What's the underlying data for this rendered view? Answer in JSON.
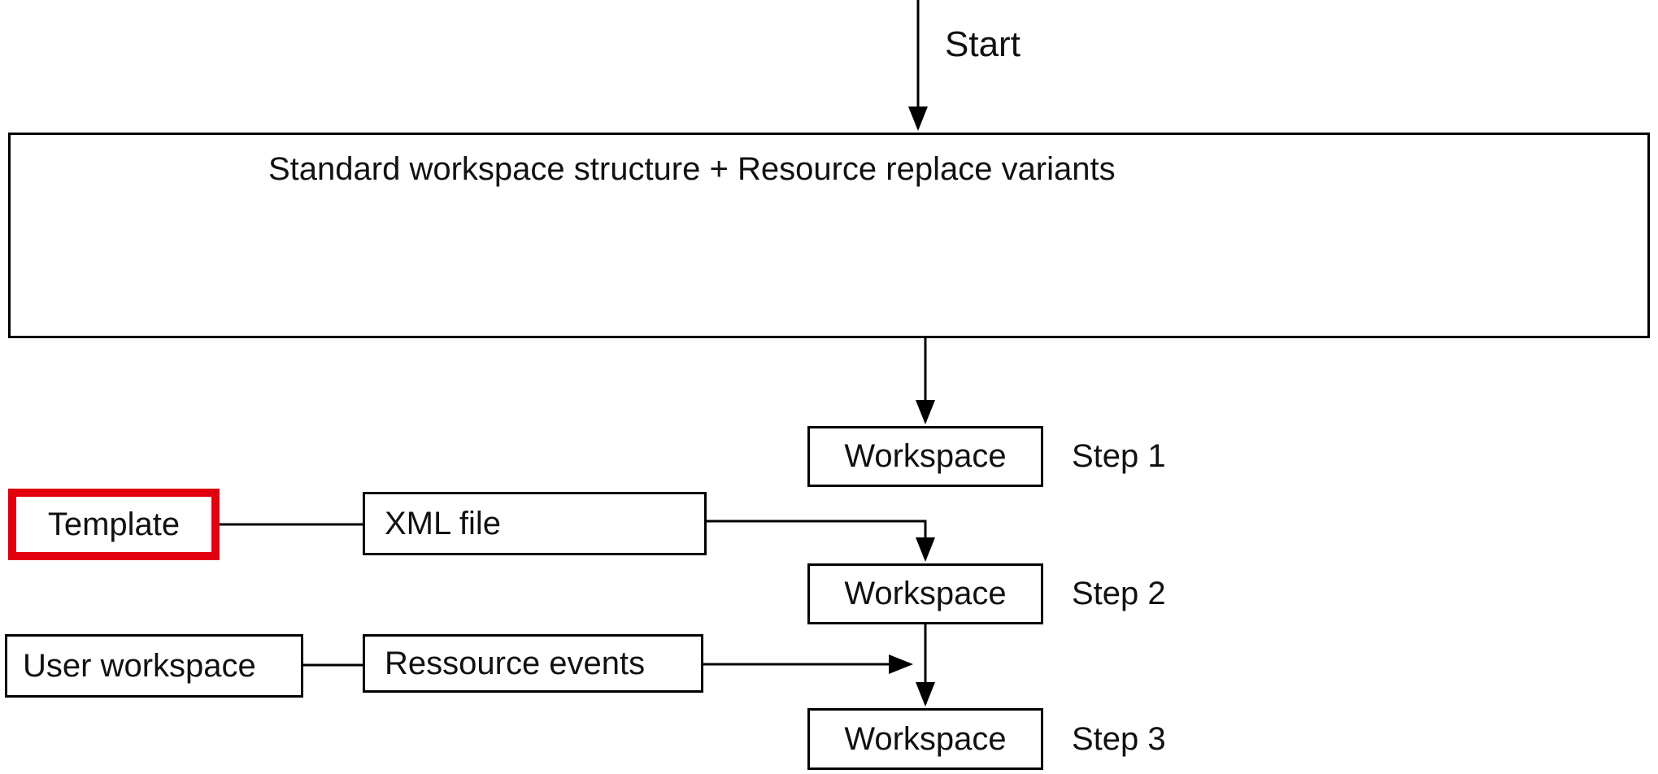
{
  "diagram": {
    "start": {
      "label": "Start"
    },
    "main_box": {
      "label": "Standard workspace structure + Resource replace variants"
    },
    "steps": [
      {
        "box_label": "Workspace",
        "step_label": "Step 1"
      },
      {
        "box_label": "Workspace",
        "step_label": "Step 2"
      },
      {
        "box_label": "Workspace",
        "step_label": "Step 3"
      }
    ],
    "template_box": {
      "label": "Template"
    },
    "xml_box": {
      "label": "XML file"
    },
    "user_workspace_box": {
      "label": "User workspace"
    },
    "resource_events_box": {
      "label": "Ressource events"
    },
    "colors": {
      "line": "#000000",
      "highlight_border": "#e2000f",
      "background": "#ffffff",
      "text": "#111111"
    }
  }
}
